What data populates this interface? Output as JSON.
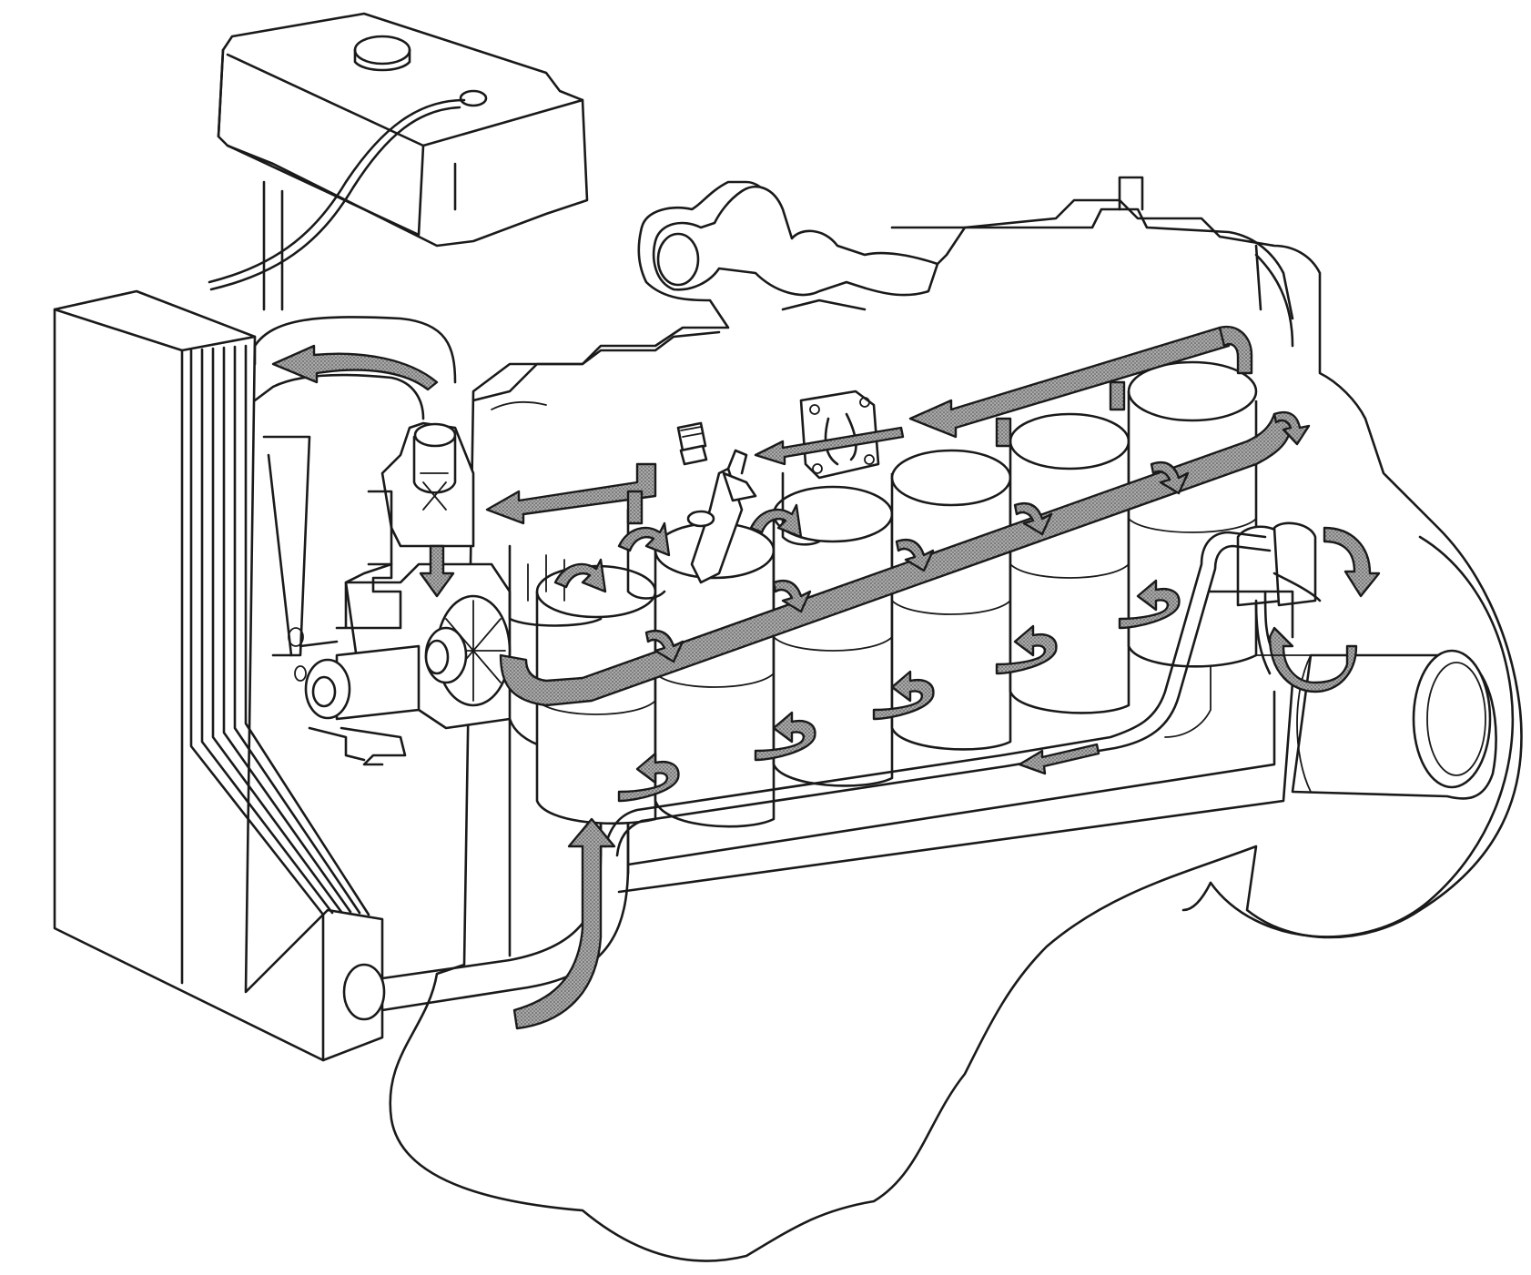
{
  "figure": {
    "kind": "engine-cooling-system-illustration",
    "colors": {
      "line": "#1a1a1a",
      "background": "#ffffff",
      "flow_arrow_fill": "#8a8a8a"
    },
    "components": [
      {
        "id": "expansion-tank"
      },
      {
        "id": "radiator"
      },
      {
        "id": "thermostat-housing"
      },
      {
        "id": "coolant-pump"
      },
      {
        "id": "fan-hub"
      },
      {
        "id": "cylinder-block"
      },
      {
        "id": "cylinder-liners",
        "count": 6
      },
      {
        "id": "coolant-distribution-pipe"
      },
      {
        "id": "oil-cooler"
      },
      {
        "id": "turbocharger"
      },
      {
        "id": "exhaust-manifold"
      },
      {
        "id": "injector"
      },
      {
        "id": "temperature-sensor"
      },
      {
        "id": "flywheel-housing"
      }
    ],
    "flow_arrow_count": 28
  }
}
